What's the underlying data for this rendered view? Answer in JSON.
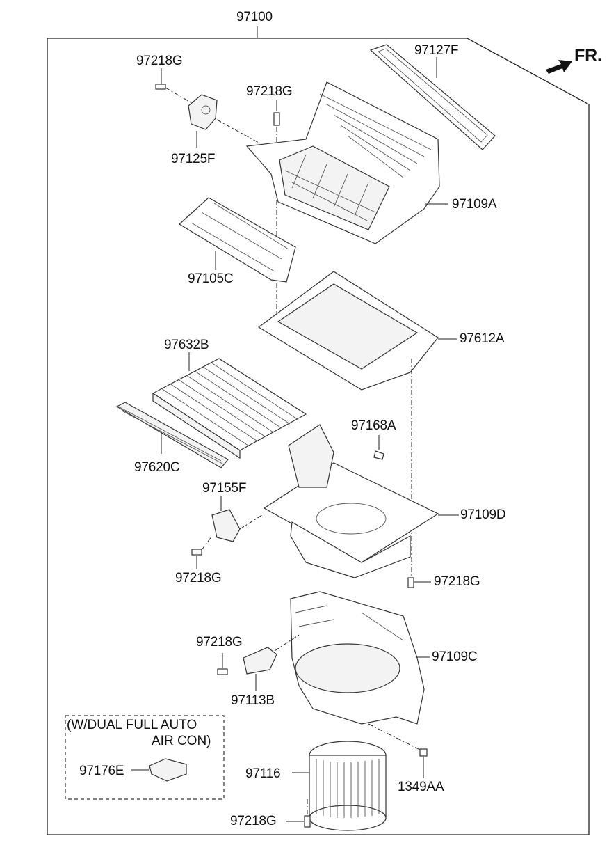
{
  "assembly_number": "97100",
  "direction_label": "FR.",
  "option_note": {
    "line1": "(W/DUAL FULL AUTO",
    "line2": "AIR CON)"
  },
  "callouts": {
    "p97218G_top_left": "97218G",
    "p97218G_top_mid": "97218G",
    "p97127F": "97127F",
    "p97125F": "97125F",
    "p97109A": "97109A",
    "p97105C": "97105C",
    "p97612A": "97612A",
    "p97632B": "97632B",
    "p97168A": "97168A",
    "p97620C": "97620C",
    "p97155F": "97155F",
    "p97109D": "97109D",
    "p97218G_mid_left": "97218G",
    "p97218G_mid_right": "97218G",
    "p97218G_lower_left": "97218G",
    "p97109C": "97109C",
    "p97113B": "97113B",
    "p97176E": "97176E",
    "p97116": "97116",
    "p1349AA": "1349AA",
    "p97218G_bottom": "97218G"
  }
}
